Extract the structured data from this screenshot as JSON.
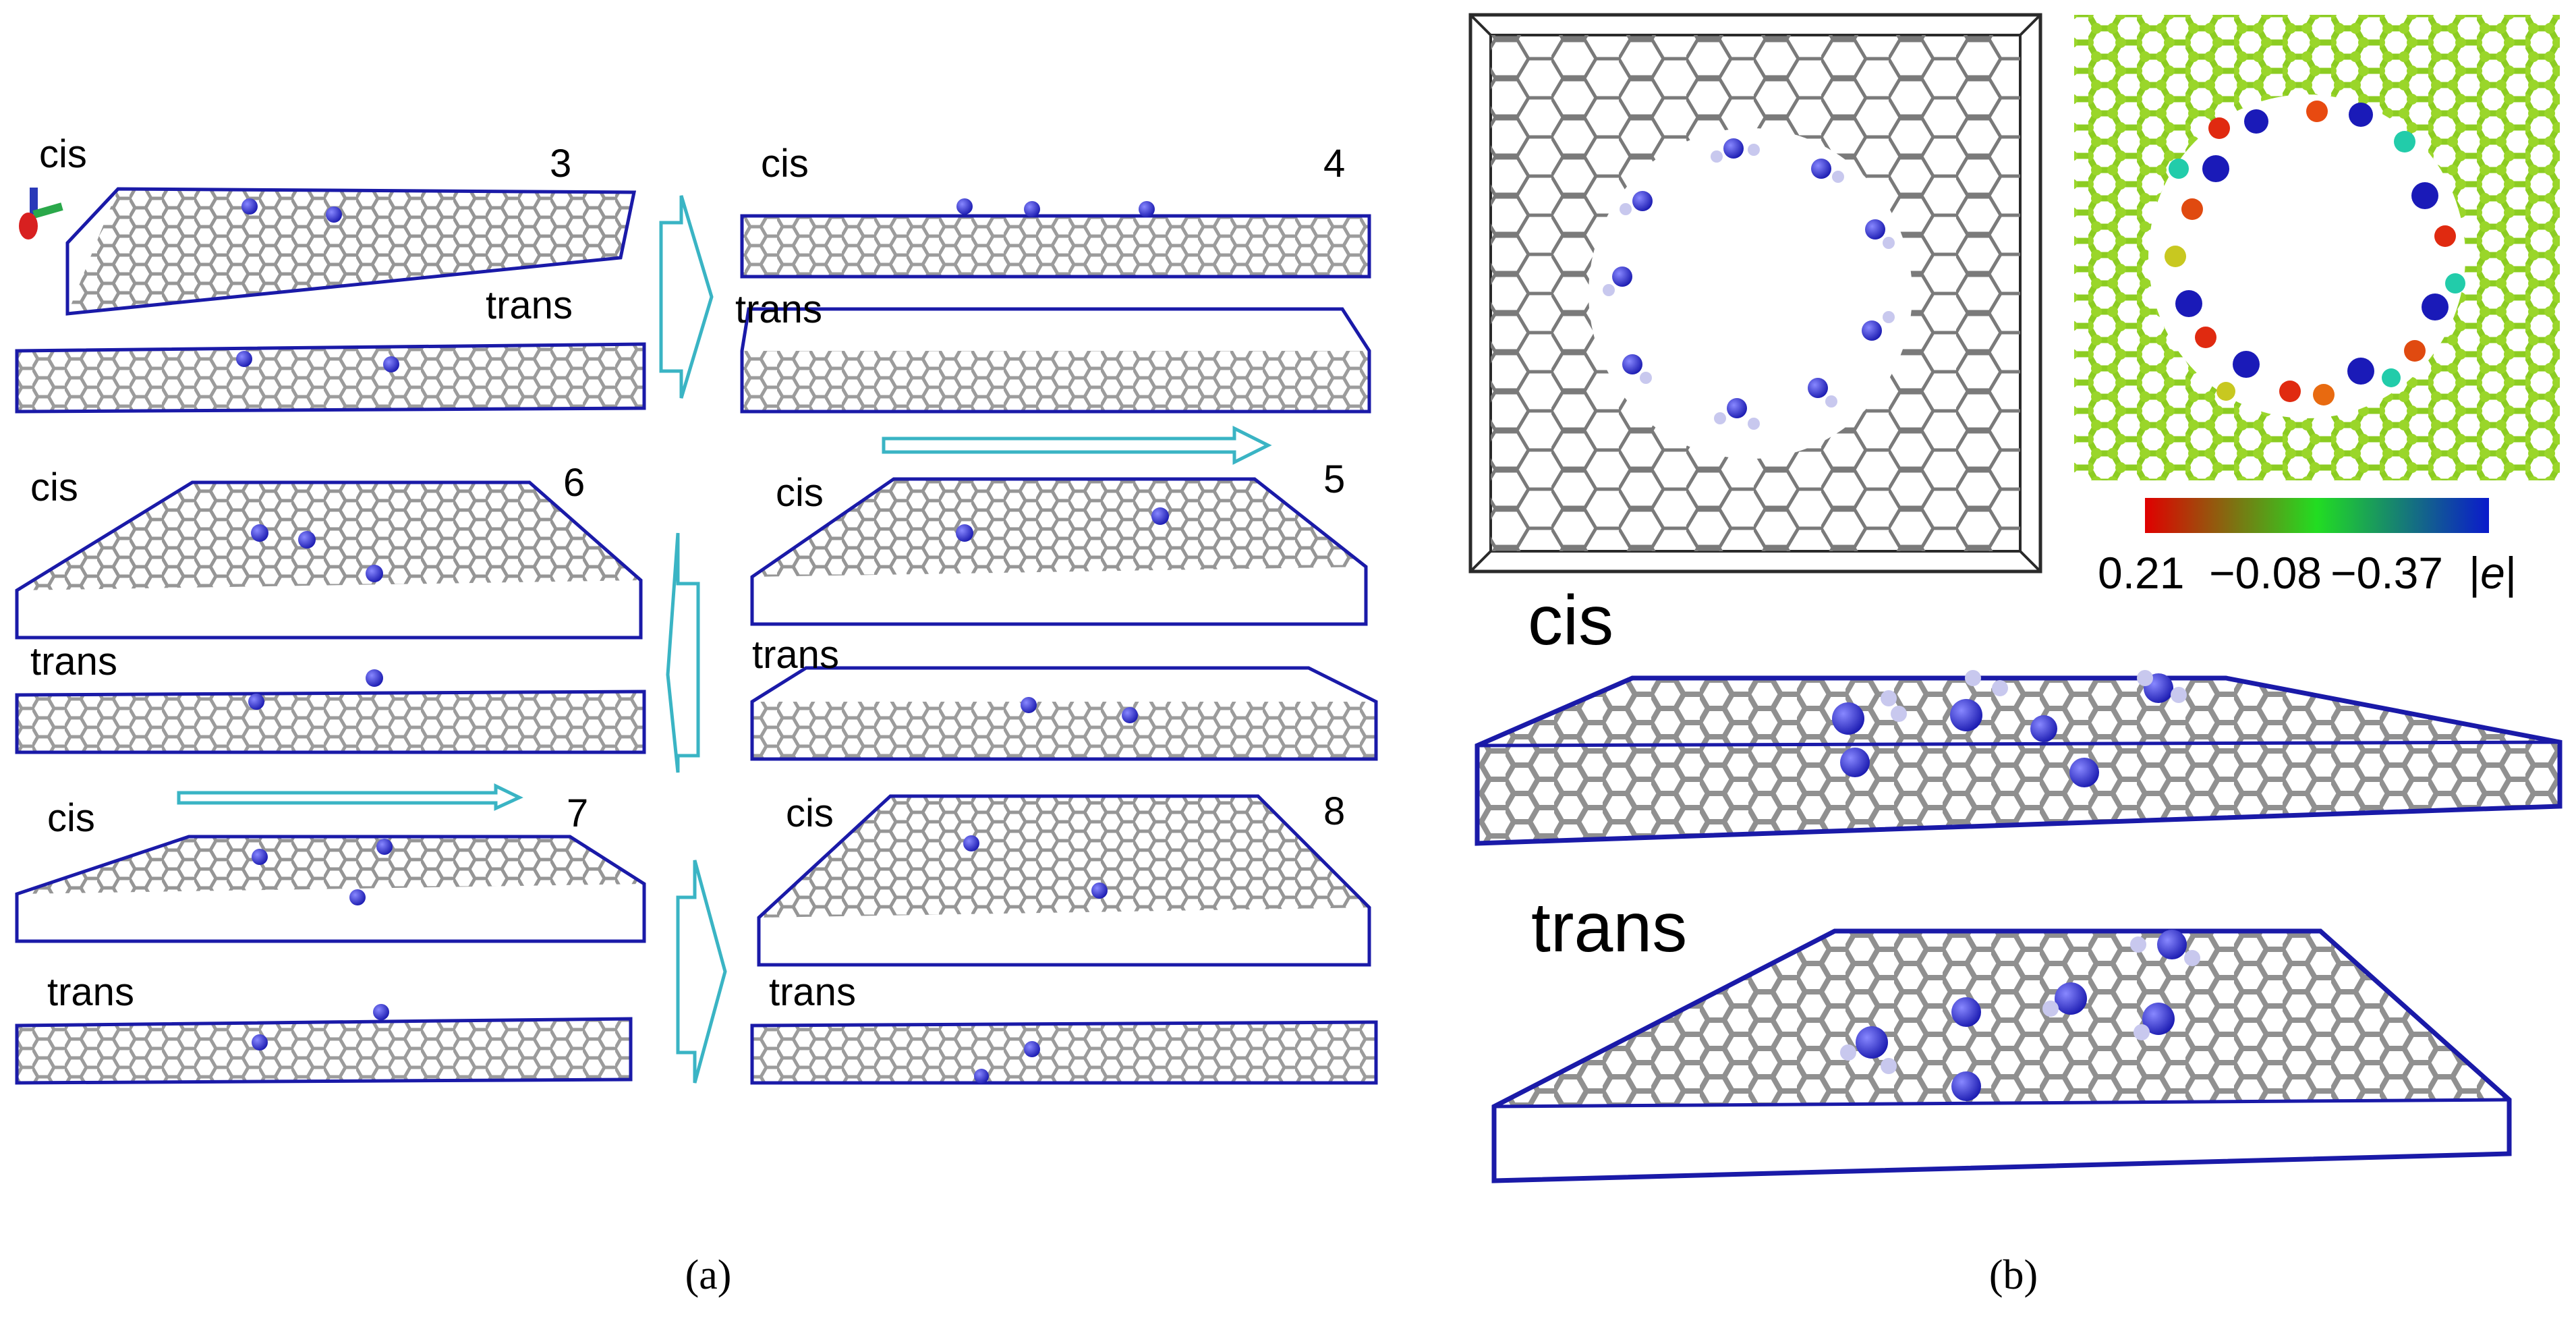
{
  "panel_a": {
    "caption": "(a)",
    "frames": [
      {
        "number": "3",
        "cis": "cis",
        "trans": "trans"
      },
      {
        "number": "4",
        "cis": "cis",
        "trans": "trans"
      },
      {
        "number": "6",
        "cis": "cis",
        "trans": "trans"
      },
      {
        "number": "5",
        "cis": "cis",
        "trans": "trans"
      },
      {
        "number": "7",
        "cis": "cis",
        "trans": "trans"
      },
      {
        "number": "8",
        "cis": "cis",
        "trans": "trans"
      }
    ]
  },
  "panel_b": {
    "caption": "(b)",
    "cis": "cis",
    "trans": "trans",
    "colorbar": {
      "ticks": [
        "0.21",
        "−0.08",
        "−0.37"
      ],
      "unit_prefix": "|",
      "unit_var": "e",
      "unit_suffix": "|",
      "colors": [
        "#e00000",
        "#22dd22",
        "#0a1acc"
      ]
    }
  },
  "colors": {
    "box": "#1a1aa8",
    "arrow": "#3ab4c4",
    "carbon": "#808080",
    "nitrogen": "#3a3ad0",
    "hydrogen": "#c8c8ee",
    "graphene_charge": "#8ccc22"
  }
}
